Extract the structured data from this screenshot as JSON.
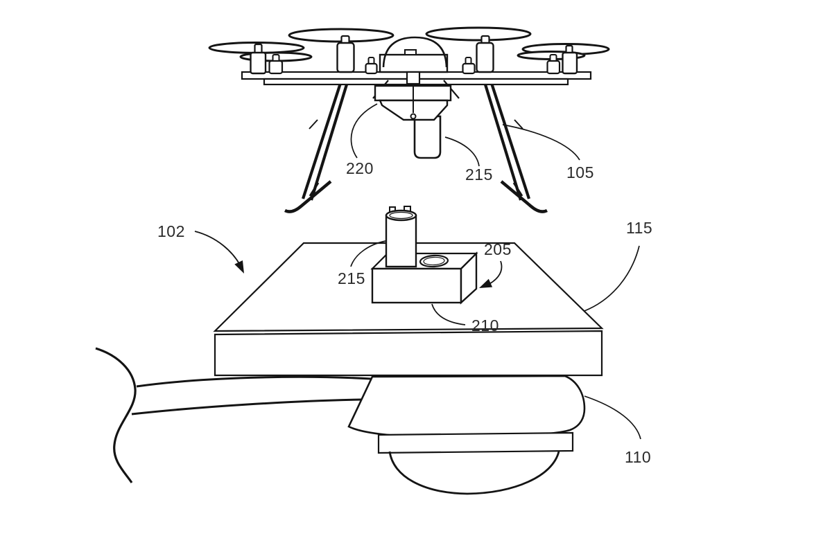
{
  "figure": {
    "kind": "patent-line-drawing",
    "description": "Drone with landing legs hovering above a battery-exchange docking platform mounted on a street light fixture",
    "background_color": "#ffffff",
    "line_color": "#141414",
    "label_color": "#2a2a2a",
    "labels": [
      {
        "text": "220",
        "target": "drone-payload-funnel"
      },
      {
        "text": "215",
        "target": "drone-hanging-battery"
      },
      {
        "text": "105",
        "target": "drone-landing-leg"
      },
      {
        "text": "102",
        "target": "docking-platform-assembly"
      },
      {
        "text": "115",
        "target": "platform-right-edge"
      },
      {
        "text": "205",
        "target": "battery-receptacle-slot"
      },
      {
        "text": "215",
        "target": "battery-on-station"
      },
      {
        "text": "210",
        "target": "battery-exchange-box"
      },
      {
        "text": "110",
        "target": "street-light-fixture"
      }
    ]
  }
}
